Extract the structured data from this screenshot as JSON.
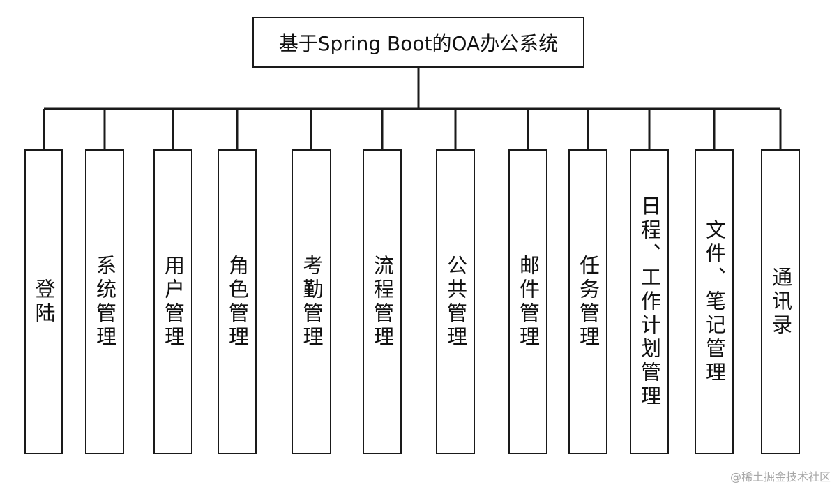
{
  "root": {
    "title": "基于Spring Boot的OA办公系统"
  },
  "modules": [
    {
      "label": "登陆"
    },
    {
      "label": "系统管理"
    },
    {
      "label": "用户管理"
    },
    {
      "label": "角色管理"
    },
    {
      "label": "考勤管理"
    },
    {
      "label": "流程管理"
    },
    {
      "label": "公共管理"
    },
    {
      "label": "邮件管理"
    },
    {
      "label": "任务管理"
    },
    {
      "label": "日程、工作计划管理"
    },
    {
      "label": "文件、笔记管理"
    },
    {
      "label": "通讯录"
    }
  ],
  "watermark": {
    "text": "@稀土掘金技术社区"
  },
  "colors": {
    "line": "#1a1a1a",
    "background": "#ffffff",
    "watermark": "#a6a6a6"
  }
}
